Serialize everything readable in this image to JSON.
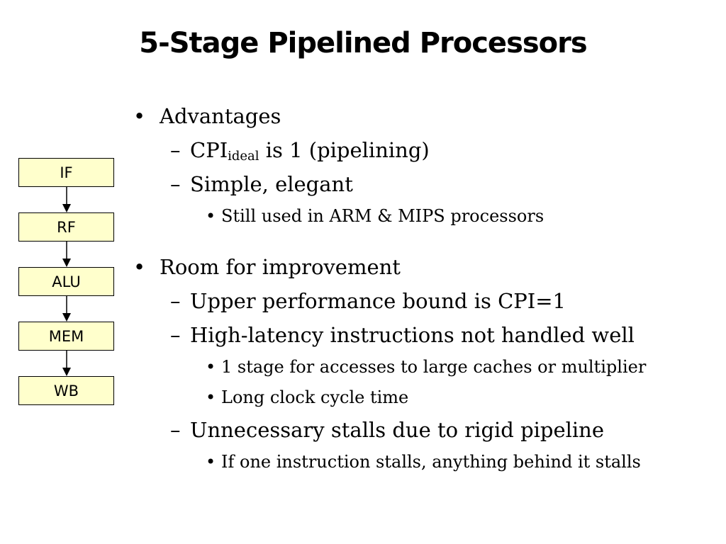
{
  "slide": {
    "title": "5-Stage Pipelined Processors",
    "background_color": "#FFFFFF",
    "text_color": "#000000"
  },
  "diagram": {
    "stages": [
      "IF",
      "RF",
      "ALU",
      "MEM",
      "WB"
    ],
    "box_fill_color": "#FFFFCC",
    "box_border_color": "#000000",
    "arrow_color": "#000000"
  },
  "bullets": {
    "glyphs": {
      "level1": "•",
      "level2": "–",
      "level3": "•"
    },
    "items": [
      {
        "level": 1,
        "text": "Advantages"
      },
      {
        "level": 2,
        "pre": "CPI",
        "sub": "ideal",
        "post": " is 1 (pipelining)"
      },
      {
        "level": 2,
        "text": "Simple, elegant"
      },
      {
        "level": 3,
        "text": "Still used in ARM & MIPS processors"
      },
      {
        "level": 1,
        "text": "Room for improvement"
      },
      {
        "level": 2,
        "text": "Upper performance bound is CPI=1"
      },
      {
        "level": 2,
        "text": "High-latency instructions not handled well"
      },
      {
        "level": 3,
        "text": "1 stage for accesses to large caches or multiplier"
      },
      {
        "level": 3,
        "text": "Long clock cycle time"
      },
      {
        "level": 2,
        "text": "Unnecessary stalls due to rigid pipeline"
      },
      {
        "level": 3,
        "text": "If one instruction stalls, anything behind it stalls"
      }
    ]
  }
}
